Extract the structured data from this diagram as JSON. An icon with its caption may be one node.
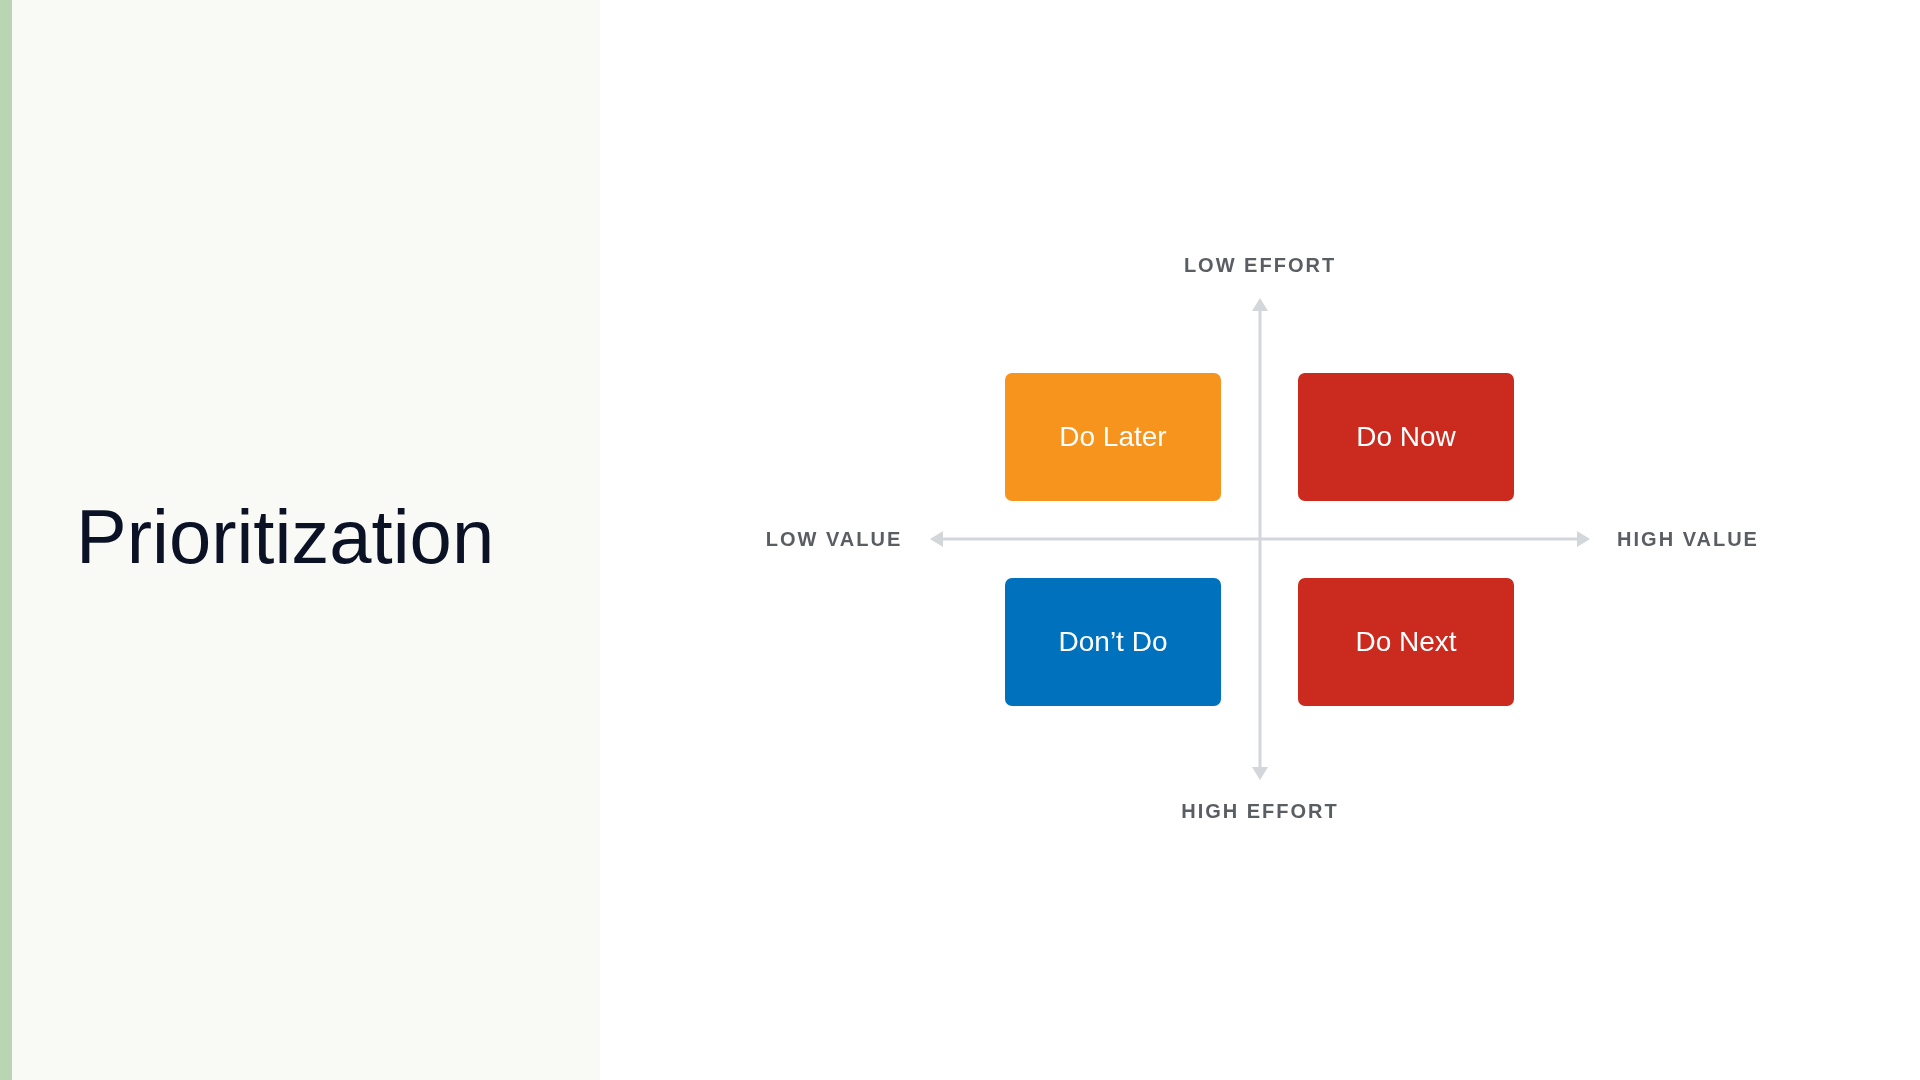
{
  "diagram": {
    "title": "Prioritization",
    "nodes": [
      {
        "text": [
          "Do Later"
        ]
      },
      {
        "text": [
          "Do Now"
        ]
      },
      {
        "text": [
          "Don’t Do"
        ]
      },
      {
        "text": [
          "Do Next"
        ]
      }
    ],
    "labels": [
      "LOW EFFORT",
      "LOW VALUE",
      "HIGH VALUE",
      "HIGH EFFORT"
    ]
  }
}
